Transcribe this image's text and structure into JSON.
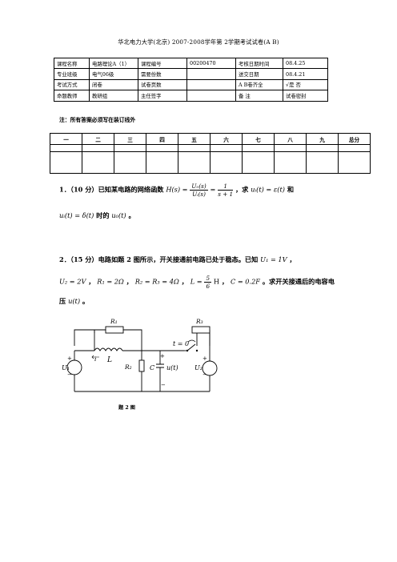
{
  "header": {
    "title": "华北电力大学(北京) 2007-2008学年第 2学期考试试卷(A B)"
  },
  "info_table": [
    [
      "课程名称",
      "电路理论A（1）",
      "课程编号",
      "00200470",
      "考核日期时间",
      "08.4.25"
    ],
    [
      "专业班级",
      "电气06级",
      "需要份数",
      "",
      "送交日期",
      "08.4.21"
    ],
    [
      "考试方式",
      "闭卷",
      "试卷页数",
      "",
      "A B卷齐全",
      "√是  否"
    ],
    [
      "命题教师",
      "教研组",
      "主任签字",
      "",
      "备    注",
      "试卷密封"
    ]
  ],
  "note": "注：所有答案必须写在装订线外",
  "score_table": {
    "headers": [
      "一",
      "二",
      "三",
      "四",
      "五",
      "六",
      "七",
      "八",
      "九",
      "总分"
    ]
  },
  "q1": {
    "prefix": "1．（10 分）已知某电路的网络函数",
    "fn_lhs": "H(s) =",
    "fn_num": "U₀(s)",
    "fn_den": "Uᵢ(s)",
    "eq": "=",
    "rhs_num": "1",
    "rhs_den": "s + 1",
    "mid": "，求",
    "cond1": "uᵢ(t) = ε(t)",
    "and": "和",
    "cond2": "uᵢ(t) = δ(t)",
    "suffix": "时的",
    "target": "u₀(t)",
    "end": "。"
  },
  "q2": {
    "line1_text": "2．（15 分）电路如题 2 图所示，开关接通前电路已处于稳态。已知",
    "line1_math": "U₁ = 1V",
    "line1_end": "，",
    "line2_m1": "U₂ = 2V",
    "line2_m2": "R₁ = 2Ω",
    "line2_m3": "R₂ = R₃ = 4Ω",
    "line2_L": "L =",
    "L_num": "5",
    "L_den": "6",
    "L_unit": "H",
    "line2_m5": "C = 0.2F",
    "sep": "，",
    "line2_end": "。求开关接通后的电容电",
    "line3_text": "压",
    "line3_math": "u(t)",
    "line3_end": "。"
  },
  "figure": {
    "R1": "R₁",
    "R2": "R₂",
    "R3": "R₃",
    "L": "L",
    "C": "C",
    "i": "i",
    "u": "u(t)",
    "t0": "t = 0",
    "U1": "U₁",
    "U2": "U₂",
    "plus": "+",
    "minus": "−",
    "caption": "题 2 图"
  }
}
